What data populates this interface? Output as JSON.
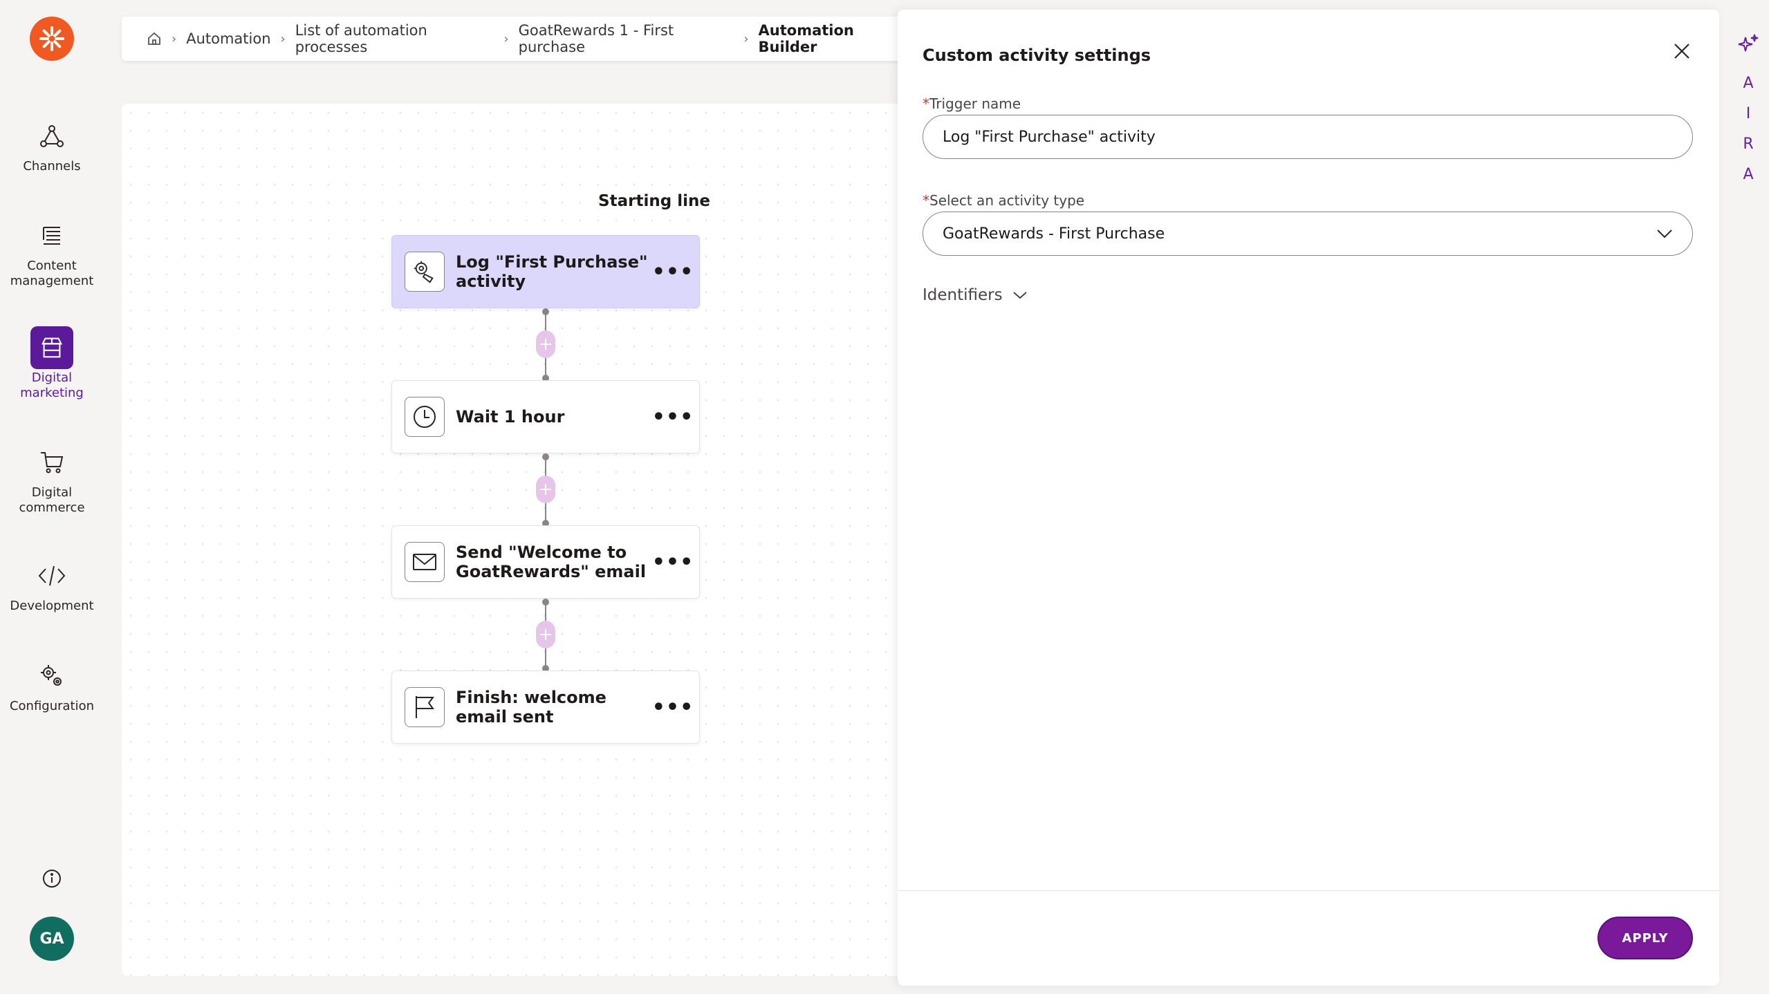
{
  "nav": {
    "logo_icon": "kentico-logo-icon",
    "items": [
      {
        "label": "Channels",
        "icon": "channels-icon"
      },
      {
        "label": "Content\nmanagement",
        "icon": "content-management-icon"
      },
      {
        "label": "Digital\nmarketing",
        "icon": "digital-marketing-icon",
        "active": true
      },
      {
        "label": "Digital\ncommerce",
        "icon": "cart-icon"
      },
      {
        "label": "Development",
        "icon": "code-icon"
      },
      {
        "label": "Configuration",
        "icon": "gears-icon"
      }
    ],
    "avatar_initials": "GA",
    "accent_color": "#5a1a9a"
  },
  "breadcrumb": {
    "items": [
      "Automation",
      "List of automation processes",
      "GoatRewards 1 - First purchase",
      "Automation Builder"
    ]
  },
  "canvas": {
    "starting_line_label": "Starting line",
    "steps": [
      {
        "title": "Log \"First Purchase\" activity",
        "icon": "activity-icon",
        "selected": true
      },
      {
        "title": "Wait 1 hour",
        "icon": "clock-icon"
      },
      {
        "title": "Send \"Welcome to GoatRewards\" email",
        "icon": "envelope-icon"
      },
      {
        "title": "Finish: welcome email sent",
        "icon": "flag-icon"
      }
    ],
    "menu_glyph": "•••"
  },
  "panel": {
    "title": "Custom activity settings",
    "trigger_name_label": "Trigger name",
    "trigger_name_value": "Log \"First Purchase\" activity",
    "activity_type_label": "Select an activity type",
    "activity_type_value": "GoatRewards - First Purchase",
    "required_mark": "*",
    "identifiers_label": "Identifiers",
    "apply_label": "APPLY",
    "apply_color": "#7a1a9a"
  },
  "aira": {
    "letters": [
      "A",
      "I",
      "R",
      "A"
    ]
  }
}
